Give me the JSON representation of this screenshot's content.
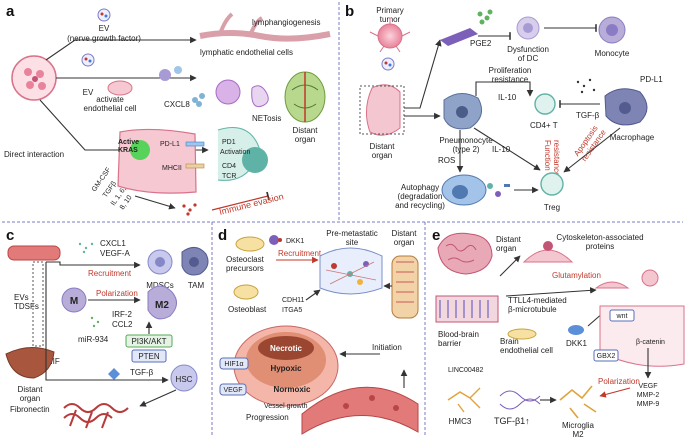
{
  "panels": {
    "a": {
      "letter": "a",
      "ev_ngf": "EV\n(nerve growth factor)",
      "lymphangiogenesis": "lymphangiogenesis",
      "lymphatic_cells": "lymphatic endothelial cells",
      "ev": "EV",
      "activate_endothelial": "activate\nendothelial cell",
      "cxcl8": "CXCL8",
      "netosis": "NETosis",
      "distant_organ": "Distant\norgan",
      "direct_interaction": "Direct interaction",
      "active_kras": "Active\nKRAS",
      "pdl1": "PD-L1",
      "pd1": "PD1",
      "activation": "Activation",
      "mhcii": "MHCII",
      "cd4": "CD4",
      "tcr": "TCR",
      "cytokines": "GM-CSF\nTGFβ\nIL 1, 6,\n8, 10",
      "immune_evasion": "Immune evasion"
    },
    "b": {
      "letter": "b",
      "primary_tumor": "Primary\ntumor",
      "pge2": "PGE2",
      "dysfunction_dc": "Dysfunction\nof DC",
      "monocyte": "Monocyte",
      "proliferation_resistance": "Proliferation\nresistance",
      "pdl1": "PD-L1",
      "il10_a": "IL-10",
      "cd4t": "CD4+ T",
      "tgfb": "TGF-β",
      "pneumonocyte": "Pneumonocyte\n(type 2)",
      "macrophage": "Macrophage",
      "distant_organ": "Distant\norgan",
      "function_resistance": "Function\nresistance",
      "apoptosis_resistance": "Apoptosis\nresistance",
      "ros": "ROS",
      "il10_b": "IL-10",
      "autophagy": "Autophagy\n(degradation\nand recycling)",
      "treg": "Treg"
    },
    "c": {
      "letter": "c",
      "cxcl1": "CXCL1",
      "vegfa": "VEGF-A",
      "recruitment": "Recruitment",
      "mdscs": "MDSCs",
      "tam": "TAM",
      "evs_tdsfs": "EVs\nTDSFs",
      "m": "M",
      "polarization": "Polarization",
      "irf2": "IRF-2",
      "ccl2": "CCL2",
      "m2": "M2",
      "mir934": "miR-934",
      "pi3k": "PI3K/AKT",
      "pten": "PTEN",
      "mif": "MIF",
      "distant_organ": "Distant\norgan",
      "tgfb": "TGF-β",
      "hsc": "HSC",
      "fibronectin": "Fibronectin"
    },
    "d": {
      "letter": "d",
      "osteoclast_precursors": "Osteoclast\nprecursors",
      "dkk1": "DKK1",
      "recruitment": "Recruitment",
      "premetastatic": "Pre-metastatic\nsite",
      "distant_organ": "Distant\norgan",
      "osteoblast": "Osteoblast",
      "cdh11": "CDH11",
      "itga5": "ITGA5",
      "necrotic": "Necrotic",
      "hypoxic": "Hypoxic",
      "normoxic": "Normoxic",
      "hif1a": "HIF1α",
      "vegf": "VEGF",
      "vessel_growth": "Vessel growth",
      "progression": "Progression",
      "initiation": "Initiation"
    },
    "e": {
      "letter": "e",
      "distant_organ": "Distant\norgan",
      "cytoskeleton": "Cytoskeleton-associated\nproteins",
      "glutamylation": "Glutamylation",
      "ttll4": "TTLL4-mediated\nβ-microtubule",
      "wnt": "wnt",
      "bbb": "Blood-brain\nbarrier",
      "brain_endothelial": "Brain\nendothelial cell",
      "dkk1": "DKK1",
      "beta_catenin": "β-catenin",
      "linc": "LINC00482",
      "gbx2": "GBX2",
      "polarization": "Polarization",
      "vegf": "VEGF",
      "mmp2": "MMP-2",
      "mmp9": "MMP-9",
      "hmc3": "HMC3",
      "tgfb1": "TGF-β1↑",
      "microglia": "Microglia\nM2"
    }
  },
  "colors": {
    "divider": "#7b7bc8",
    "accent_red": "#c0392b",
    "tumor_pink": "#f2a7b5",
    "cell_purple": "#a79bd6",
    "teal": "#5fb3a6"
  }
}
